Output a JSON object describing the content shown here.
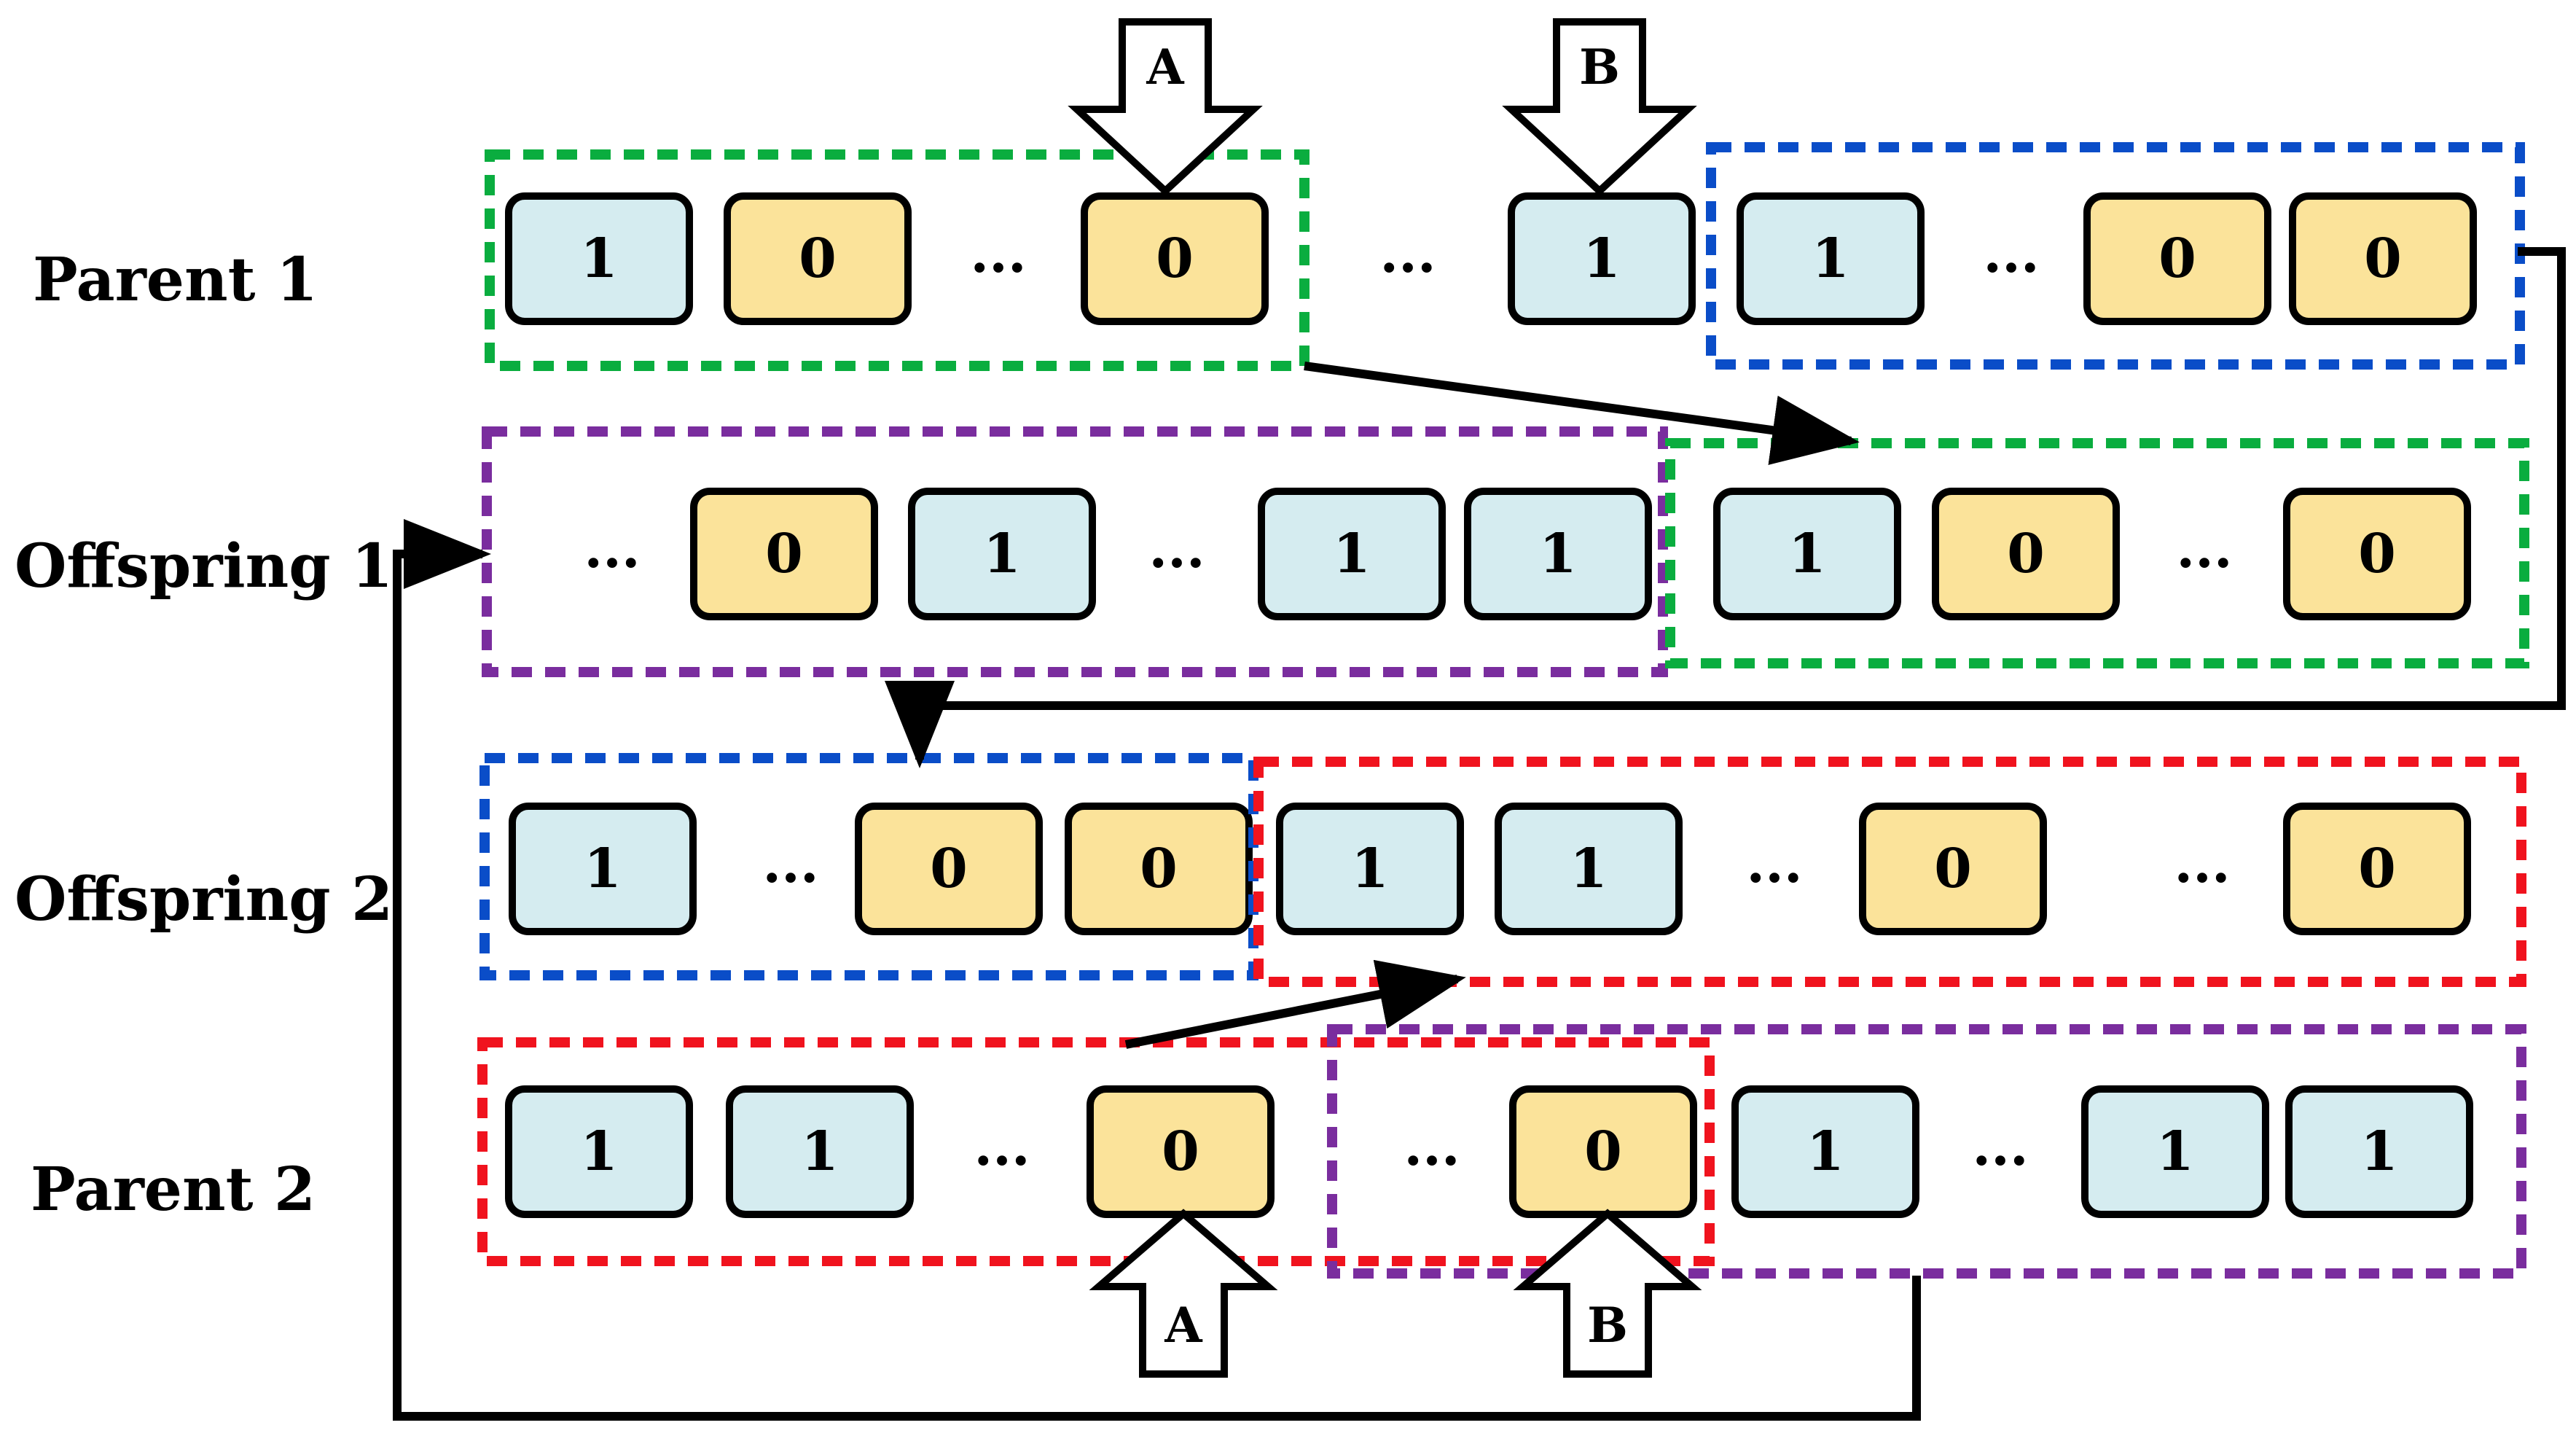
{
  "colors": {
    "gene_one_fill": "#d5ecf0",
    "gene_zero_fill": "#fbe39a",
    "green": "#0aad3f",
    "blue": "#0a4dc8",
    "purple": "#7a2d9e",
    "red": "#f0131e",
    "black": "#000000"
  },
  "markers": {
    "a": "A",
    "b": "B"
  },
  "rows": [
    {
      "label": "Parent 1",
      "items": [
        {
          "kind": "gene",
          "value": "1"
        },
        {
          "kind": "gene",
          "value": "0"
        },
        {
          "kind": "dots",
          "value": "..."
        },
        {
          "kind": "gene",
          "value": "0"
        },
        {
          "kind": "dots",
          "value": "..."
        },
        {
          "kind": "gene",
          "value": "1"
        },
        {
          "kind": "gene",
          "value": "1"
        },
        {
          "kind": "dots",
          "value": "..."
        },
        {
          "kind": "gene",
          "value": "0"
        },
        {
          "kind": "gene",
          "value": "0"
        }
      ]
    },
    {
      "label": "Offspring 1",
      "items": [
        {
          "kind": "dots",
          "value": "..."
        },
        {
          "kind": "gene",
          "value": "0"
        },
        {
          "kind": "gene",
          "value": "1"
        },
        {
          "kind": "dots",
          "value": "..."
        },
        {
          "kind": "gene",
          "value": "1"
        },
        {
          "kind": "gene",
          "value": "1"
        },
        {
          "kind": "gene",
          "value": "1"
        },
        {
          "kind": "gene",
          "value": "0"
        },
        {
          "kind": "dots",
          "value": "..."
        },
        {
          "kind": "gene",
          "value": "0"
        }
      ]
    },
    {
      "label": "Offspring 2",
      "items": [
        {
          "kind": "gene",
          "value": "1"
        },
        {
          "kind": "dots",
          "value": "..."
        },
        {
          "kind": "gene",
          "value": "0"
        },
        {
          "kind": "gene",
          "value": "0"
        },
        {
          "kind": "gene",
          "value": "1"
        },
        {
          "kind": "gene",
          "value": "1"
        },
        {
          "kind": "dots",
          "value": "..."
        },
        {
          "kind": "gene",
          "value": "0"
        },
        {
          "kind": "dots",
          "value": "..."
        },
        {
          "kind": "gene",
          "value": "0"
        }
      ]
    },
    {
      "label": "Parent 2",
      "items": [
        {
          "kind": "gene",
          "value": "1"
        },
        {
          "kind": "gene",
          "value": "1"
        },
        {
          "kind": "dots",
          "value": "..."
        },
        {
          "kind": "gene",
          "value": "0"
        },
        {
          "kind": "dots",
          "value": "..."
        },
        {
          "kind": "gene",
          "value": "0"
        },
        {
          "kind": "gene",
          "value": "1"
        },
        {
          "kind": "dots",
          "value": "..."
        },
        {
          "kind": "gene",
          "value": "1"
        },
        {
          "kind": "gene",
          "value": "1"
        }
      ]
    }
  ]
}
